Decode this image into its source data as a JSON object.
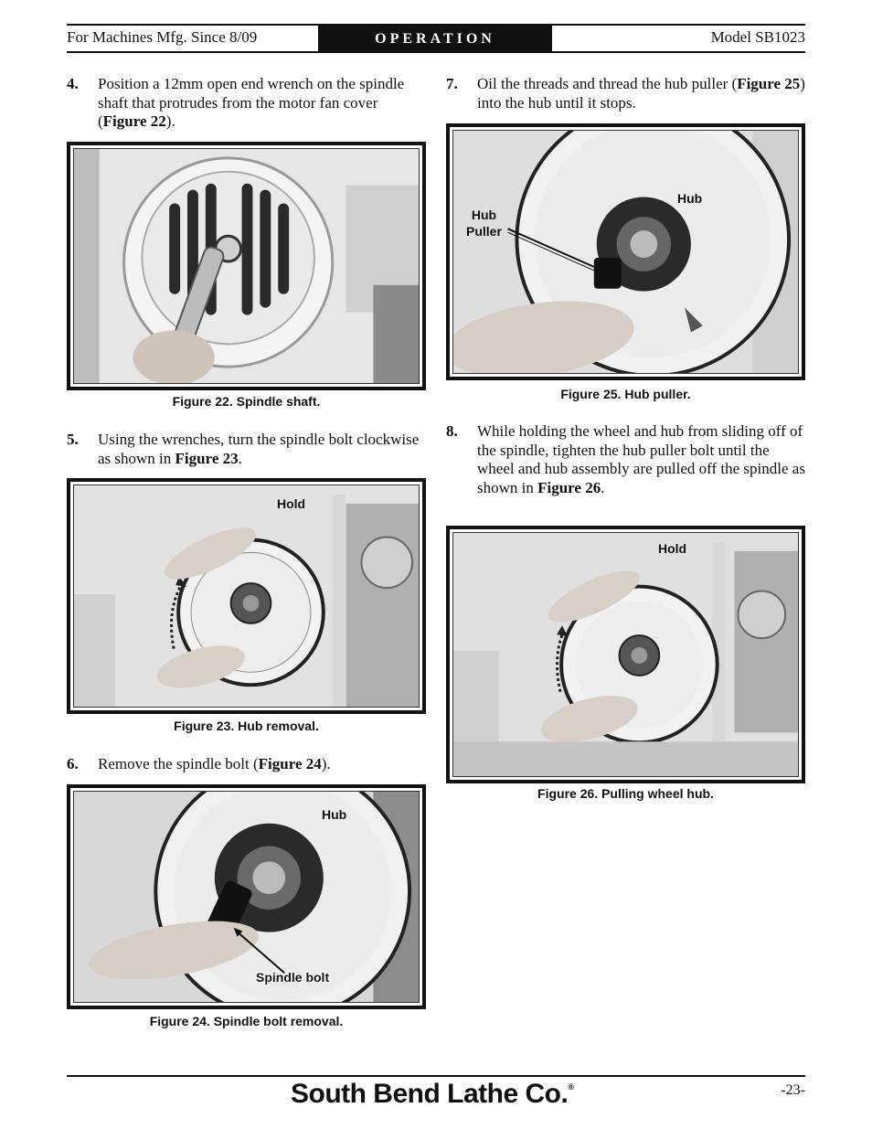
{
  "header": {
    "left": "For Machines Mfg. Since 8/09",
    "section": "OPERATION",
    "right": "Model SB1023"
  },
  "steps": [
    {
      "num": "4.",
      "pre": "Position a 12mm open end wrench on the spindle shaft that protrudes from the motor fan cover (",
      "ref": "Figure 22",
      "post": ")."
    },
    {
      "num": "5.",
      "pre": "Using the wrenches, turn the spindle bolt clockwise as shown in ",
      "ref": "Figure 23",
      "post": "."
    },
    {
      "num": "6.",
      "pre": "Remove the spindle bolt (",
      "ref": "Figure 24",
      "post": ")."
    },
    {
      "num": "7.",
      "pre": "Oil the threads and thread the hub puller (",
      "ref": "Figure 25",
      "post": ") into the hub until it stops."
    },
    {
      "num": "8.",
      "pre": "While holding the wheel and hub from sliding off of the spindle, tighten the hub puller bolt until the wheel and hub assembly are pulled off the spindle as shown in ",
      "ref": "Figure 26",
      "post": "."
    }
  ],
  "figures": {
    "fig22": {
      "caption": "Figure 22. Spindle shaft."
    },
    "fig23": {
      "caption": "Figure 23. Hub removal.",
      "label_hold": "Hold"
    },
    "fig24": {
      "caption": "Figure 24. Spindle bolt removal.",
      "label_hub": "Hub",
      "label_bolt": "Spindle bolt"
    },
    "fig25": {
      "caption": "Figure 25. Hub puller.",
      "label_hub": "Hub",
      "label_puller": "Hub\nPuller"
    },
    "fig26": {
      "caption": "Figure 26. Pulling wheel hub.",
      "label_hold": "Hold"
    }
  },
  "footer": {
    "brand": "South Bend Lathe Co.",
    "page": "-23-"
  },
  "colors": {
    "ink": "#111111",
    "photo_bg": "#dcdcdc"
  }
}
